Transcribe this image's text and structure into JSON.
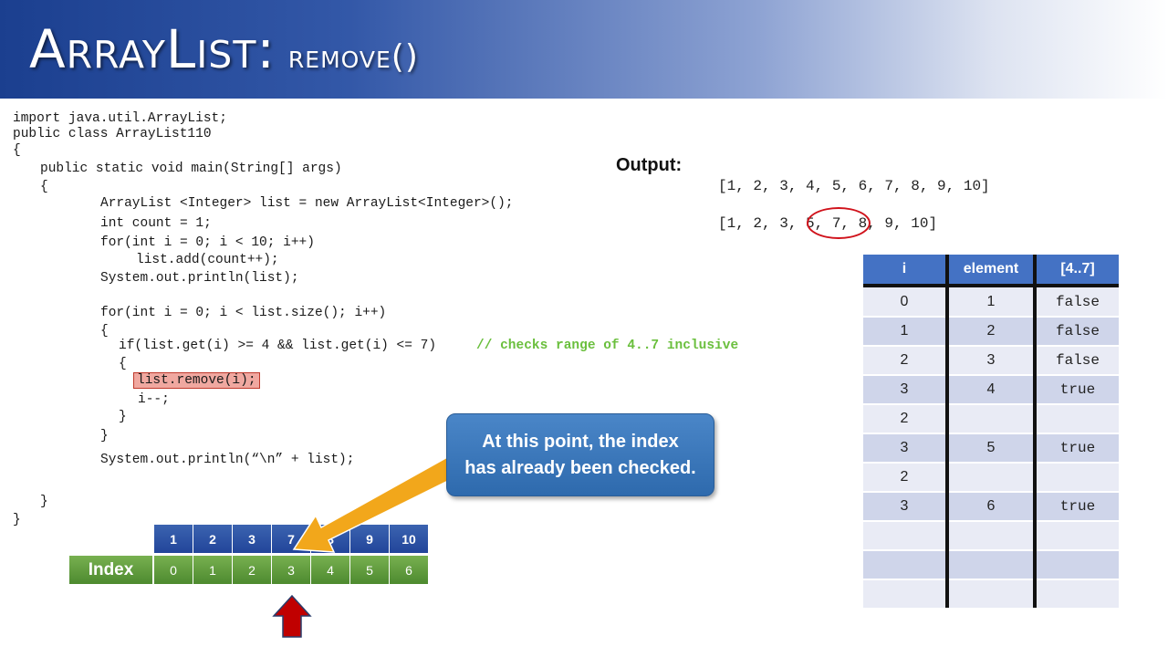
{
  "header": {
    "title_main": "ArrayList:",
    "title_sub": "remove()"
  },
  "code": {
    "lines": [
      "import java.util.ArrayList;",
      "public class ArrayList110",
      "{",
      "public static void main(String[] args)",
      "{",
      "ArrayList <Integer> list = new ArrayList<Integer>();",
      "int count = 1;",
      "for(int i = 0; i < 10; i++)",
      "list.add(count++);",
      "System.out.println(list);",
      "for(int i = 0; i < list.size(); i++)",
      "{",
      "if(list.get(i) >= 4 && list.get(i) <= 7)",
      "{",
      "list.remove(i);",
      "i--;",
      "}",
      "}",
      "System.out.println(“\\n” + list);",
      "}",
      "}"
    ],
    "comment": "// checks range of 4..7 inclusive"
  },
  "output": {
    "label": "Output:",
    "line1": "[1, 2, 3, 4, 5, 6, 7, 8, 9, 10]",
    "line2": "[1, 2, 3, 5, 7, 8, 9, 10]"
  },
  "trace_table": {
    "headers": [
      "i",
      "element",
      "[4..7]"
    ],
    "rows": [
      [
        "0",
        "1",
        "false"
      ],
      [
        "1",
        "2",
        "false"
      ],
      [
        "2",
        "3",
        "false"
      ],
      [
        "3",
        "4",
        "true"
      ],
      [
        "2",
        "",
        ""
      ],
      [
        "3",
        "5",
        "true"
      ],
      [
        "2",
        "",
        ""
      ],
      [
        "3",
        "6",
        "true"
      ],
      [
        "",
        "",
        ""
      ],
      [
        "",
        "",
        ""
      ],
      [
        "",
        "",
        ""
      ]
    ]
  },
  "callout": {
    "line1": "At this point, the index",
    "line2": "has already been checked."
  },
  "array_diagram": {
    "index_label": "Index",
    "values": [
      "1",
      "2",
      "3",
      "7",
      "8",
      "9",
      "10"
    ],
    "indices": [
      "0",
      "1",
      "2",
      "3",
      "4",
      "5",
      "6"
    ]
  },
  "colors": {
    "accent": "#4472c4",
    "highlight_circle": "#d0121b",
    "arrow_orange": "#f2a71b",
    "arrow_red": "#c00000",
    "comment_green": "#6abf3d"
  }
}
